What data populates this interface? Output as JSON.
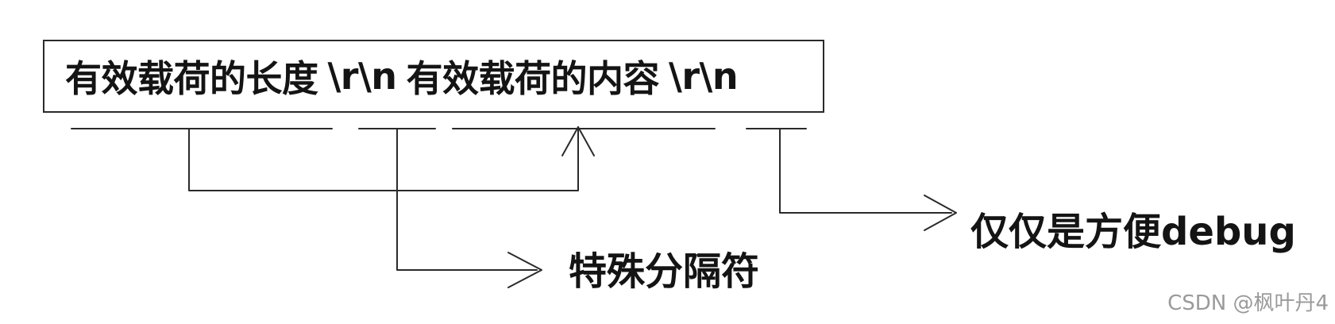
{
  "packet": {
    "length_label": "有效载荷的长度",
    "separator_1": "\\r\\n",
    "content_label": "有效载荷的内容",
    "separator_2": "\\r\\n"
  },
  "annotations": {
    "separator_label": "特殊分隔符",
    "debug_label": "仅仅是方便debug"
  },
  "watermark": "CSDN @枫叶丹4",
  "colors": {
    "line": "#2a2a2a",
    "text": "#141414",
    "watermark": "#9a9a9a"
  }
}
